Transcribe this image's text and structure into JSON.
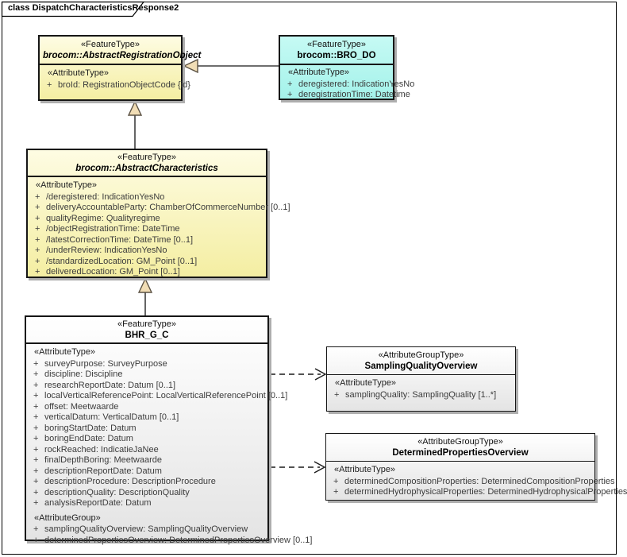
{
  "diagram": {
    "title": "class DispatchCharacteristicsResponse2"
  },
  "colors": {
    "feature_fill_top": "#FEFCE3",
    "feature_fill_bottom": "#F4EEA2",
    "cyan_fill_top": "#C6FAF4",
    "cyan_fill_bottom": "#A4F2EA",
    "plain_fill_top": "#FFFFFF",
    "plain_fill_bottom": "#E4E4E4",
    "border": "#161616",
    "generalization_triangle_fill": "#F1DDB5",
    "connector_line": "#3f3f3f",
    "shadow": "#AEAEAE"
  },
  "classes": {
    "aro": {
      "stereotype": "«FeatureType»",
      "name": "brocom::AbstractRegistrationObject",
      "groups": [
        {
          "stereotype": "«AttributeType»",
          "attributes": [
            {
              "vis": "+",
              "text": "broId: RegistrationObjectCode {id}"
            }
          ]
        }
      ]
    },
    "bro_do": {
      "stereotype": "«FeatureType»",
      "name": "brocom::BRO_DO",
      "groups": [
        {
          "stereotype": "«AttributeType»",
          "attributes": [
            {
              "vis": "+",
              "text": "deregistered: IndicationYesNo"
            },
            {
              "vis": "+",
              "text": "deregistrationTime: Datetime"
            }
          ]
        }
      ]
    },
    "ac": {
      "stereotype": "«FeatureType»",
      "name": "brocom::AbstractCharacteristics",
      "groups": [
        {
          "stereotype": "«AttributeType»",
          "attributes": [
            {
              "vis": "+",
              "text": "/deregistered: IndicationYesNo"
            },
            {
              "vis": "+",
              "text": "deliveryAccountableParty: ChamberOfCommerceNumber [0..1]"
            },
            {
              "vis": "+",
              "text": "qualityRegime: Qualityregime"
            },
            {
              "vis": "+",
              "text": "/objectRegistrationTime: DateTime"
            },
            {
              "vis": "+",
              "text": "/latestCorrectionTime: DateTime [0..1]"
            },
            {
              "vis": "+",
              "text": "/underReview: IndicationYesNo"
            },
            {
              "vis": "+",
              "text": "/standardizedLocation: GM_Point [0..1]"
            },
            {
              "vis": "+",
              "text": "deliveredLocation: GM_Point [0..1]"
            }
          ]
        }
      ]
    },
    "bhr": {
      "stereotype": "«FeatureType»",
      "name": "BHR_G_C",
      "groups": [
        {
          "stereotype": "«AttributeType»",
          "attributes": [
            {
              "vis": "+",
              "text": "surveyPurpose: SurveyPurpose"
            },
            {
              "vis": "+",
              "text": "discipline: Discipline"
            },
            {
              "vis": "+",
              "text": "researchReportDate: Datum [0..1]"
            },
            {
              "vis": "+",
              "text": "localVerticalReferencePoint: LocalVerticalReferencePoint [0..1]"
            },
            {
              "vis": "+",
              "text": "offset: Meetwaarde"
            },
            {
              "vis": "+",
              "text": "verticalDatum: VerticalDatum [0..1]"
            },
            {
              "vis": "+",
              "text": "boringStartDate: Datum"
            },
            {
              "vis": "+",
              "text": "boringEndDate: Datum"
            },
            {
              "vis": "+",
              "text": "rockReached: IndicatieJaNee"
            },
            {
              "vis": "+",
              "text": "finalDepthBoring: Meetwaarde"
            },
            {
              "vis": "+",
              "text": "descriptionReportDate: Datum"
            },
            {
              "vis": "+",
              "text": "descriptionProcedure: DescriptionProcedure"
            },
            {
              "vis": "+",
              "text": "descriptionQuality: DescriptionQuality"
            },
            {
              "vis": "+",
              "text": "analysisReportDate: Datum"
            }
          ]
        },
        {
          "stereotype": "«AttributeGroup»",
          "attributes": [
            {
              "vis": "+",
              "text": "samplingQualityOverview: SamplingQualityOverview"
            },
            {
              "vis": "+",
              "text": "determinedPropertiesOverview: DeterminedPropertiesOverview [0..1]"
            }
          ]
        }
      ]
    },
    "sqo": {
      "stereotype": "«AttributeGroupType»",
      "name": "SamplingQualityOverview",
      "groups": [
        {
          "stereotype": "«AttributeType»",
          "attributes": [
            {
              "vis": "+",
              "text": "samplingQuality: SamplingQuality [1..*]"
            }
          ]
        }
      ]
    },
    "dpo": {
      "stereotype": "«AttributeGroupType»",
      "name": "DeterminedPropertiesOverview",
      "groups": [
        {
          "stereotype": "«AttributeType»",
          "attributes": [
            {
              "vis": "+",
              "text": "determinedCompositionProperties: DeterminedCompositionProperties"
            },
            {
              "vis": "+",
              "text": "determinedHydrophysicalProperties: DeterminedHydrophysicalProperties"
            }
          ]
        }
      ]
    }
  },
  "connectors": [
    {
      "type": "generalization",
      "from": "brocom::BRO_DO",
      "to": "brocom::AbstractRegistrationObject"
    },
    {
      "type": "generalization",
      "from": "brocom::AbstractCharacteristics",
      "to": "brocom::AbstractRegistrationObject"
    },
    {
      "type": "generalization",
      "from": "BHR_G_C",
      "to": "brocom::AbstractCharacteristics"
    },
    {
      "type": "dependency",
      "from": "BHR_G_C",
      "to": "SamplingQualityOverview"
    },
    {
      "type": "dependency",
      "from": "BHR_G_C",
      "to": "DeterminedPropertiesOverview"
    }
  ]
}
